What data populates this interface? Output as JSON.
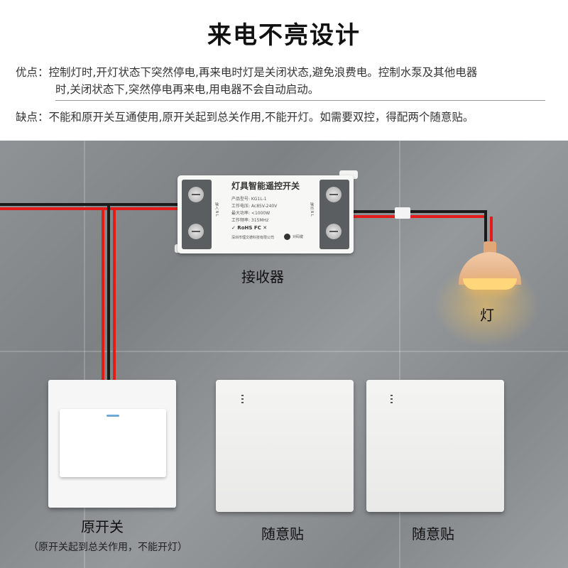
{
  "title": "来电不亮设计",
  "advantages": {
    "prefix": "优点：",
    "line1": "控制灯时,开灯状态下突然停电,再来电时灯是关闭状态,避免浪费电。控制水泵及其他电器",
    "line2": "时,关闭状态下,突然停电再来电,用电器不会自动启动。"
  },
  "disadvantages": {
    "prefix": "缺点：",
    "text": "不能和原开关互通使用,原开关起到总关作用,不能开灯。如需要双控，得配两个随意贴。"
  },
  "receiver": {
    "title": "灯具智能遥控开关",
    "spec1": "产品型号: KG1L-1",
    "spec2": "工作电压: Ac85V-240V",
    "spec3": "最大功率: <1000W",
    "spec4": "工作频率: 315MHz",
    "cert": "✓ RoHS  FC  ✕",
    "company": "深圳市理文德科技有限公司",
    "button_label": "对码键",
    "left_terminal": "输入 N L",
    "right_terminal": "输出 N L",
    "caption": "接收器"
  },
  "lamp": {
    "caption": "灯"
  },
  "original_switch": {
    "caption": "原开关"
  },
  "sticker_switches": [
    {
      "caption": "随意贴"
    },
    {
      "caption": "随意贴"
    }
  ],
  "note": "（原开关起到总关作用，不能开灯）",
  "colors": {
    "wire_red": "#e31b1b",
    "wire_black": "#1a1a1a",
    "wall": "#8a8e91",
    "lamp_glow": "#ffd77a"
  }
}
